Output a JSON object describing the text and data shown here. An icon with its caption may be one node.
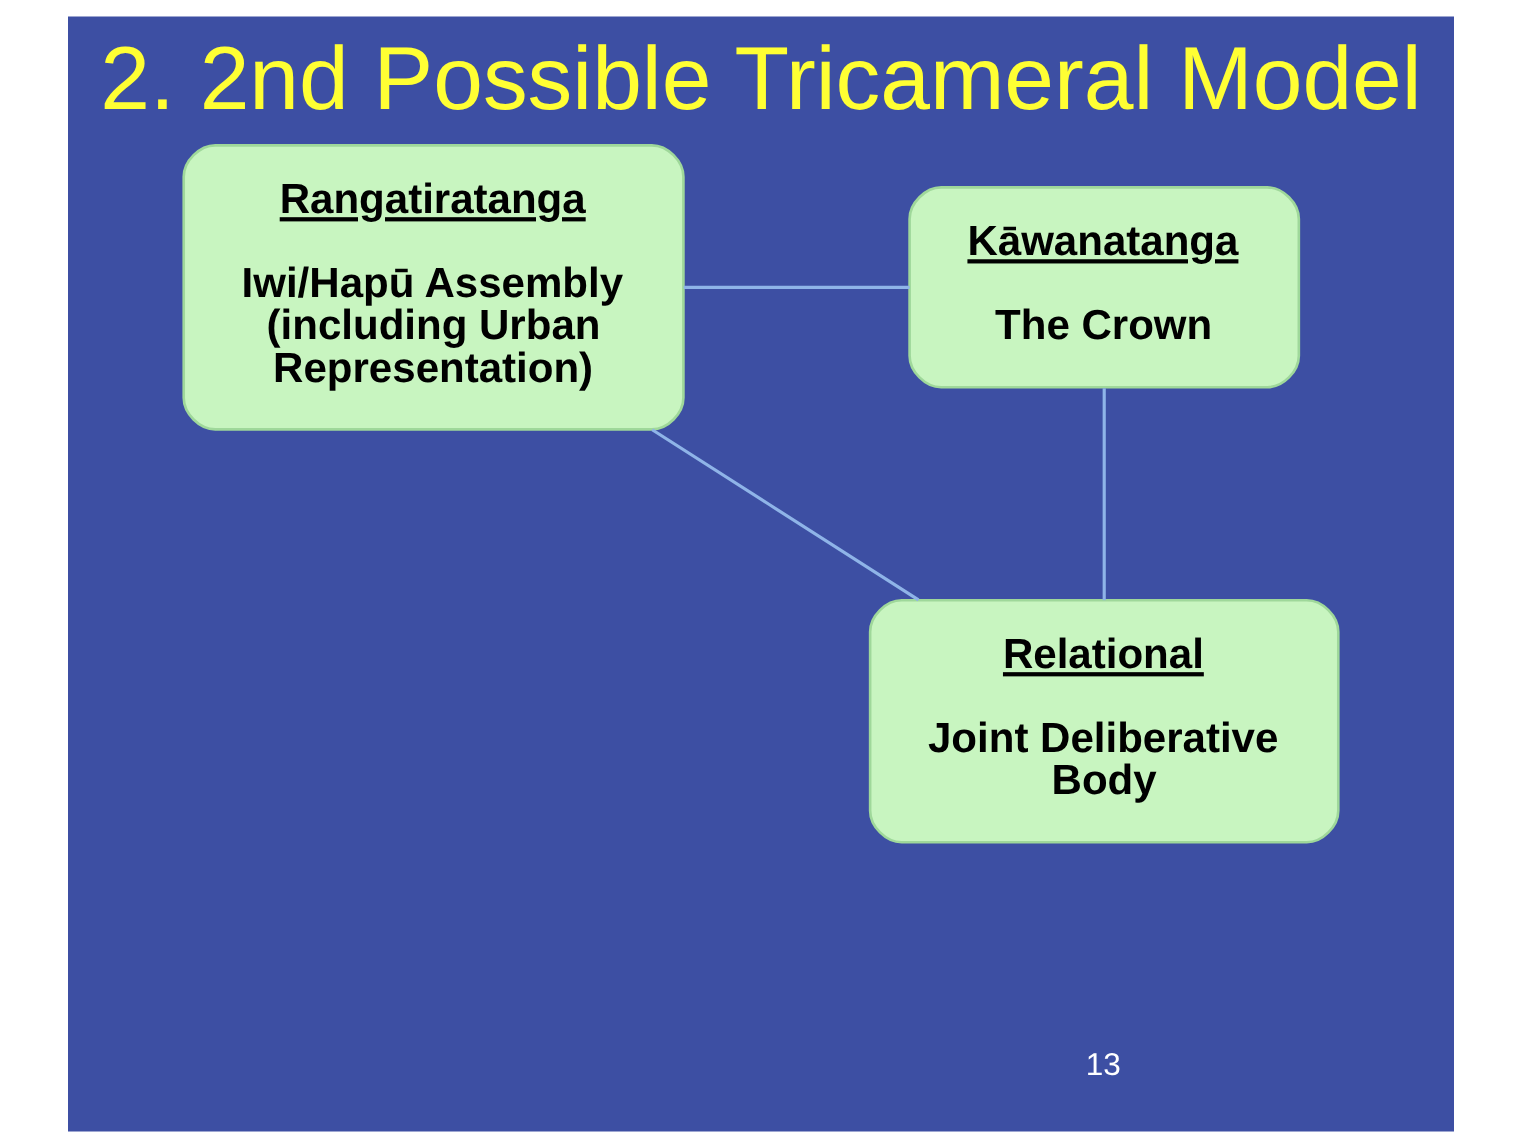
{
  "diagram": {
    "title": "2. 2nd Possible Tricameral Model",
    "nodes": [
      {
        "text": [
          "Rangatiratanga",
          "Iwi/Hapū Assembly (including Urban Representation)"
        ]
      },
      {
        "text": [
          "Kāwanatanga",
          "The Crown"
        ]
      },
      {
        "text": [
          "Relational",
          "Joint Deliberative Body"
        ]
      }
    ],
    "edges": [
      {
        "from": 0,
        "to": 1,
        "arrow": "none"
      },
      {
        "from": 1,
        "to": 2,
        "arrow": "none"
      },
      {
        "from": 2,
        "to": 0,
        "arrow": "none"
      }
    ],
    "labels": [
      "13"
    ]
  }
}
